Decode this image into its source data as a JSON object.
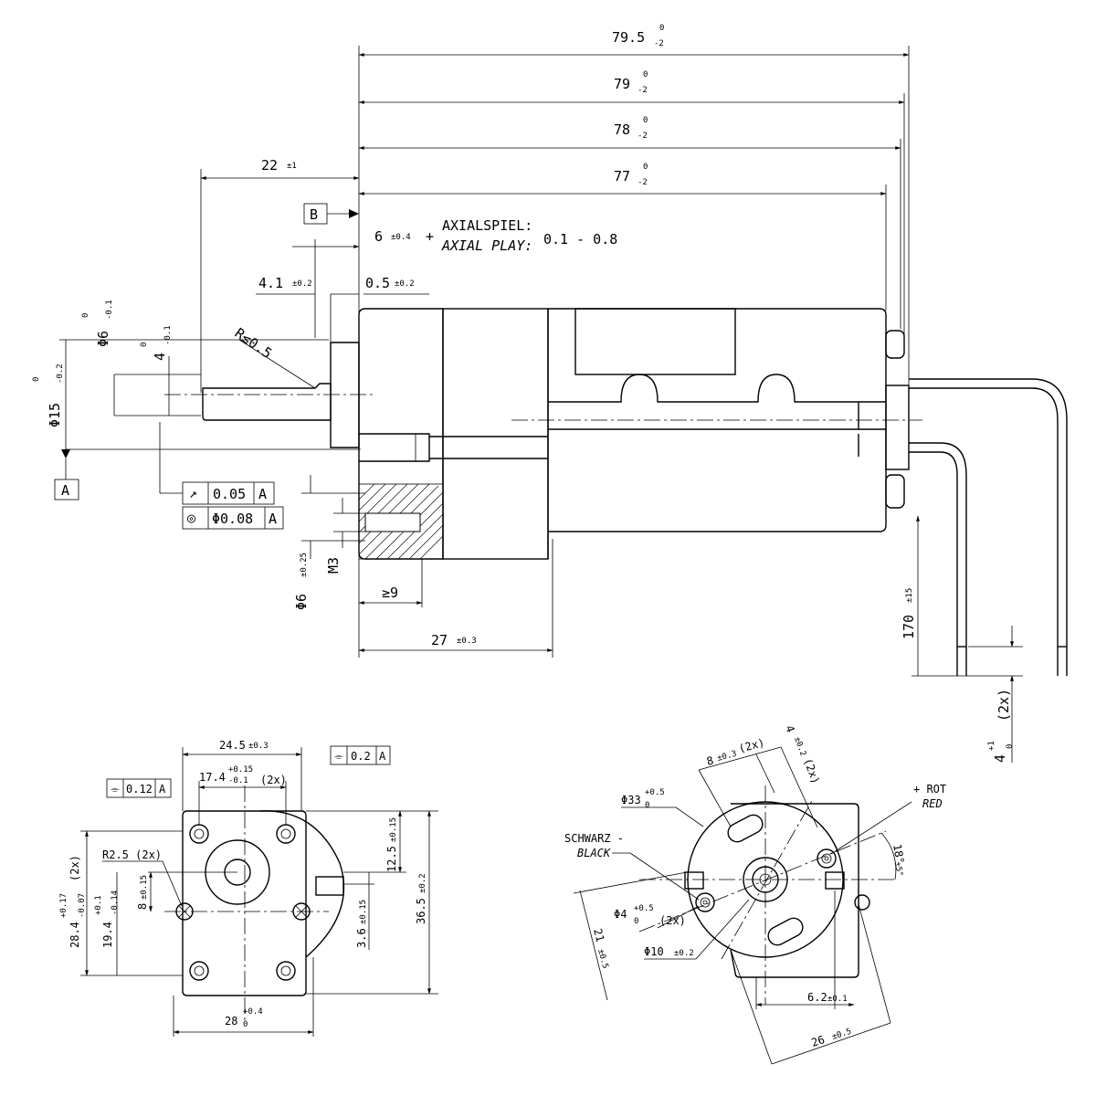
{
  "dims": {
    "d795": {
      "v": "79.5",
      "hi": "0",
      "lo": "-2"
    },
    "d79": {
      "v": "79",
      "hi": "0",
      "lo": "-2"
    },
    "d78": {
      "v": "78",
      "hi": "0",
      "lo": "-2"
    },
    "d77": {
      "v": "77",
      "hi": "0",
      "lo": "-2"
    },
    "d22": {
      "v": "22",
      "tol": "±1"
    },
    "d6": {
      "v": "6",
      "tol": "±0.4",
      "plus": "+"
    },
    "axial_de": "AXIALSPIEL:",
    "axial_en": "AXIAL PLAY:",
    "axial_val": "0.1 - 0.8",
    "d41": {
      "v": "4.1",
      "tol": "±0.2"
    },
    "d05": {
      "v": "0.5",
      "tol": "±0.2"
    },
    "radius": "R≤0.5",
    "dia6": {
      "v": "Φ6",
      "hi": "0",
      "lo": "-0.1"
    },
    "d4": {
      "v": "4",
      "hi": "0",
      "lo": "-0.1"
    },
    "dia15": {
      "v": "Φ15",
      "hi": "0",
      "lo": "-0.2"
    },
    "datum_a": "A",
    "datum_b": "B",
    "fcf1": {
      "sym": "↗",
      "val": "0.05",
      "ref": "A"
    },
    "fcf2": {
      "sym": "◎",
      "val": "Φ0.08",
      "ref": "A"
    },
    "dia6b": {
      "v": "Φ6",
      "tol": "±0.25"
    },
    "m3": "M3",
    "d9": "≥9",
    "d27": {
      "v": "27",
      "tol": "±0.3"
    },
    "d170": {
      "v": "170",
      "tol": "±15"
    },
    "d4lead": {
      "v": "4",
      "hi": "+1",
      "lo": "0",
      "mult": "(2x)"
    }
  },
  "front": {
    "d245": {
      "v": "24.5",
      "tol": "±0.3"
    },
    "fcf_top": {
      "sym": "⌯",
      "val": "0.2",
      "ref": "A"
    },
    "fcf_left": {
      "sym": "⌯",
      "val": "0.12",
      "ref": "A"
    },
    "d174": {
      "v": "17.4",
      "hi": "+0.15",
      "lo": "-0.1",
      "mult": "(2x)"
    },
    "r25": "R2.5  (2x)",
    "d8": {
      "v": "8",
      "tol": "±0.15"
    },
    "d284": {
      "v": "28.4",
      "hi": "+0.17",
      "lo": "-0.07",
      "mult": "(2x)"
    },
    "d194": {
      "v": "19.4",
      "hi": "+0.1",
      "lo": "-0.14"
    },
    "d125": {
      "v": "12.5",
      "tol": "±0.15"
    },
    "d365": {
      "v": "36.5",
      "tol": "±0.2"
    },
    "d36": {
      "v": "3.6",
      "tol": "±0.15"
    },
    "d28": {
      "v": "28",
      "hi": "+0.4",
      "lo": "0"
    }
  },
  "rear": {
    "d8": {
      "v": "8",
      "tol": "±0.3",
      "mult": "(2x)"
    },
    "d4": {
      "v": "4",
      "tol": "±0.2",
      "mult": "(2x)"
    },
    "rot": "+ ROT",
    "red": "RED",
    "dia33": {
      "v": "Φ33",
      "hi": "+0.5",
      "lo": "0"
    },
    "schwarz": "SCHWARZ  -",
    "black": "BLACK",
    "ang18": {
      "v": "18°",
      "tol": "±5°"
    },
    "dia4": {
      "v": "Φ4",
      "hi": "+0.5",
      "lo": "0",
      "mult": "(2x)"
    },
    "d21": {
      "v": "21",
      "tol": "±0.5"
    },
    "dia10": {
      "v": "Φ10",
      "tol": "±0.2"
    },
    "d62": {
      "v": "6.2",
      "tol": "±0.1"
    },
    "d26": {
      "v": "26",
      "tol": "±0.5"
    }
  }
}
